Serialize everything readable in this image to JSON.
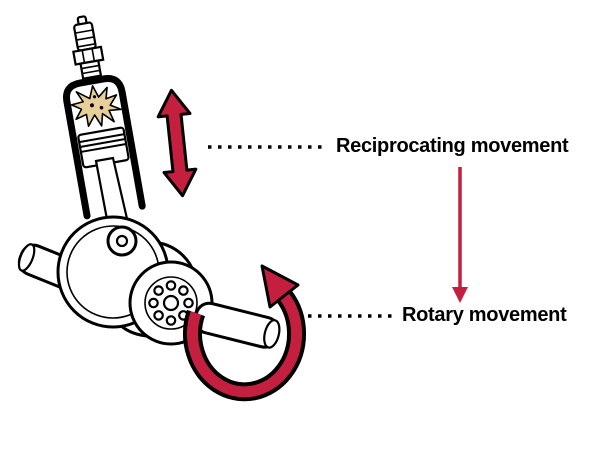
{
  "diagram": {
    "type": "engine-motion-diagram",
    "labels": {
      "reciprocating": "Reciprocating movement",
      "rotary": "Rotary movement"
    },
    "colors": {
      "accent_red": "#c41f3e",
      "ink": "#000000",
      "metal_white": "#ffffff",
      "combustion_yellow": "#e7cf9a"
    },
    "icons": {
      "reciprocating_arrow": "double-headed-vertical-arrow",
      "rotary_arrow": "circular-loop-arrow",
      "label_link_arrow": "downward-arrow",
      "parts": [
        "spark-plug",
        "cylinder",
        "combustion-burst",
        "piston",
        "connecting-rod",
        "crankshaft",
        "bearing",
        "output-shaft"
      ]
    }
  }
}
